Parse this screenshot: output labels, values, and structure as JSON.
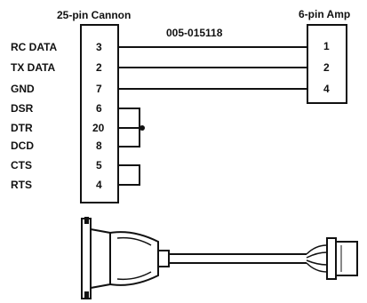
{
  "diagram": {
    "left_connector_title": "25-pin Cannon",
    "right_connector_title": "6-pin Amp",
    "part_number": "005-015118",
    "signals": [
      {
        "name": "RC DATA",
        "pin": "3"
      },
      {
        "name": "TX DATA",
        "pin": "2"
      },
      {
        "name": "GND",
        "pin": "7"
      },
      {
        "name": "DSR",
        "pin": "6"
      },
      {
        "name": "DTR",
        "pin": "20"
      },
      {
        "name": "DCD",
        "pin": "8"
      },
      {
        "name": "CTS",
        "pin": "5"
      },
      {
        "name": "RTS",
        "pin": "4"
      }
    ],
    "amp_pins": [
      "1",
      "2",
      "4"
    ]
  }
}
